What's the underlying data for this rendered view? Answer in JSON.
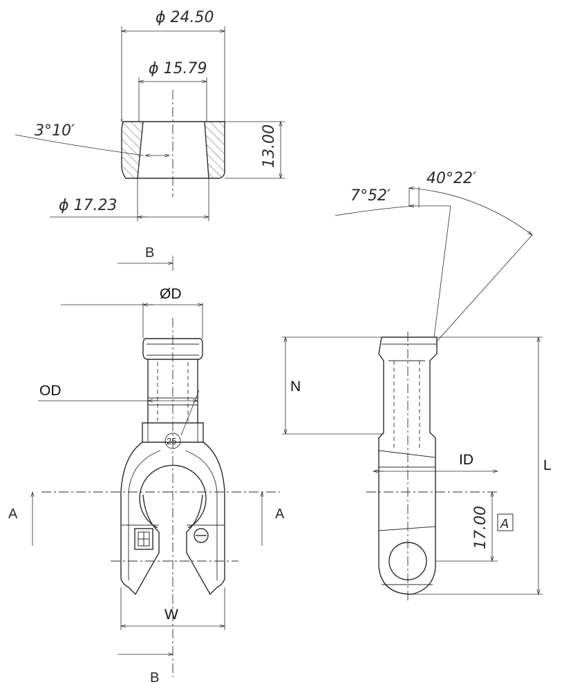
{
  "dimensions": {
    "outer_diameter": "ϕ 24.50",
    "inner_diameter": "ϕ 15.79",
    "taper_angle": "3°10′",
    "ring_height": "13.00",
    "bore_diameter": "ϕ 17.23",
    "angle_small": "7°52′",
    "angle_large": "40°22′",
    "slot_distance": "17.00"
  },
  "labels": {
    "section_b_top": "B",
    "section_b_bottom": "B",
    "dia_d": "ØD",
    "od": "OD",
    "section_a_left": "A",
    "section_a_right": "A",
    "width": "W",
    "n": "N",
    "id": "ID",
    "length": "L",
    "datum": "A",
    "marking": "25"
  }
}
